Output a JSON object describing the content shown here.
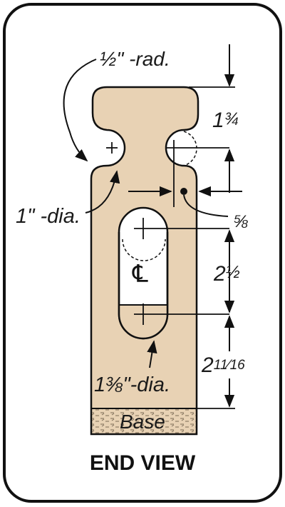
{
  "colors": {
    "part_fill": "#e8d2b4",
    "ink": "#111111",
    "base_hatch": "#7a6a55",
    "background": "#ffffff"
  },
  "labels": {
    "top_radius": "½\" -rad.",
    "circle_dia": "1\" -dia.",
    "slot_dia": "1⅜\"-dia.",
    "top_height_whole": "1",
    "top_height_frac": "¾",
    "inset_whole": "",
    "inset_frac": "⅝",
    "slot_len_whole": "2",
    "slot_len_frac": "½",
    "base_len_whole": "2",
    "base_len_frac": "11⁄16",
    "base": "Base",
    "centerline": "℄",
    "title": "END VIEW"
  }
}
